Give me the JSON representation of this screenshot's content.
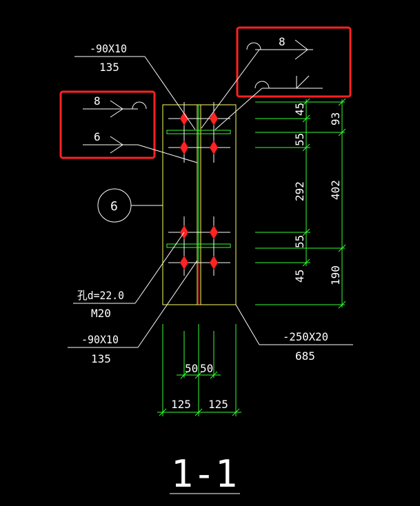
{
  "labels": {
    "plate_top_spec": "-90X10",
    "plate_top_len": "135",
    "weld_left_top": "8",
    "weld_left_bottom": "6",
    "weld_right_top": "8",
    "detail_ref": "6",
    "hole_spec": "孔d=22.0",
    "bolt_spec": "M20",
    "plate_bottom_spec": "-90X10",
    "plate_bottom_len": "135",
    "end_plate_spec": "-250X20",
    "end_plate_len": "685",
    "section_title": "1-1"
  },
  "dimensions": {
    "inner": [
      "45",
      "55",
      "292",
      "55",
      "45"
    ],
    "outer": [
      "93",
      "402",
      "190"
    ],
    "bottom_small": [
      "50",
      "50"
    ],
    "bottom_large": [
      "125",
      "125"
    ]
  },
  "colors": {
    "background": "#000000",
    "line": "#ffffff",
    "plate": "#ffff66",
    "dimension": "#33ff33",
    "bolt": "#ff2222",
    "highlight": "#ff2222"
  }
}
